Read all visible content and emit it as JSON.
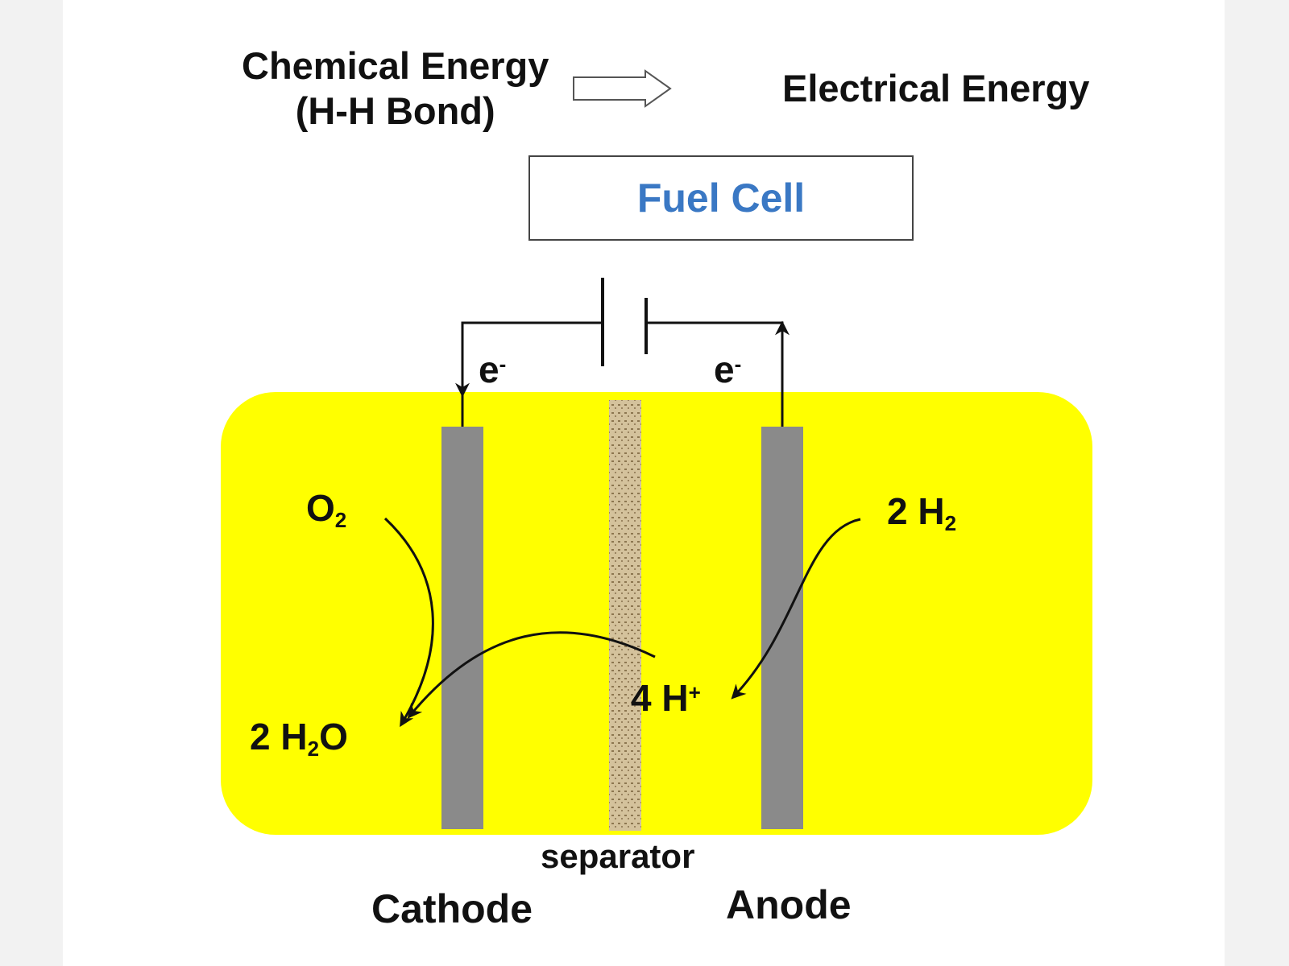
{
  "header": {
    "chemical_energy_line1": "Chemical Energy",
    "chemical_energy_line2": "(H-H Bond)",
    "electrical_energy": "Electrical Energy"
  },
  "box": {
    "title": "Fuel Cell"
  },
  "labels": {
    "electron_left": "e",
    "electron_right": "e",
    "electron_charge": "-",
    "o2_symbol": "O",
    "o2_sub": "2",
    "h2_coef": "2 H",
    "h2_sub": "2",
    "h2o_coef": "2 H",
    "h2o_sub": "2",
    "h2o_tail": "O",
    "proton": "4 H",
    "proton_charge": "+",
    "separator": "separator",
    "cathode": "Cathode",
    "anode": "Anode"
  },
  "colors": {
    "electrolyte": "#ffff00",
    "electrode": "#8a8a8a",
    "separator": "#c9b38a",
    "fuel_cell_text": "#3a78c4"
  }
}
